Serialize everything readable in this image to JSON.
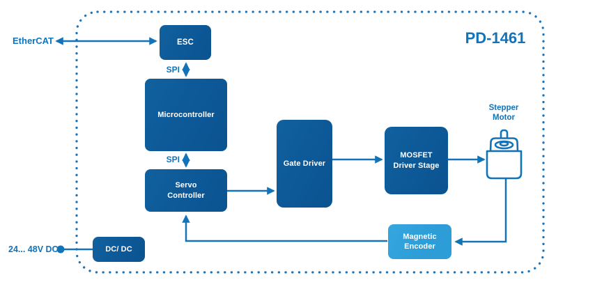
{
  "diagram": {
    "title": "PD-1461",
    "external_labels": {
      "ethercat": "EtherCAT",
      "power_input": "24... 48V DC",
      "stepper_motor": "Stepper Motor"
    },
    "bus_labels": {
      "spi_top": "SPI",
      "spi_bottom": "SPI"
    },
    "blocks": {
      "esc": {
        "label": "ESC"
      },
      "microcontroller": {
        "label": "Microcontroller"
      },
      "servo_controller": {
        "label": "Servo Controller"
      },
      "gate_driver": {
        "label": "Gate Driver"
      },
      "mosfet_driver_stage": {
        "label": "MOSFET Driver Stage"
      },
      "magnetic_encoder": {
        "label": "Magnetic Encoder"
      },
      "dc_dc": {
        "label": "DC/ DC"
      }
    },
    "colors": {
      "block_dark": "#0d5897",
      "block_light": "#2d9dd8",
      "wire": "#1273b8",
      "label_text": "#1173ba",
      "block_text": "#ffffff",
      "background": "#ffffff"
    }
  }
}
